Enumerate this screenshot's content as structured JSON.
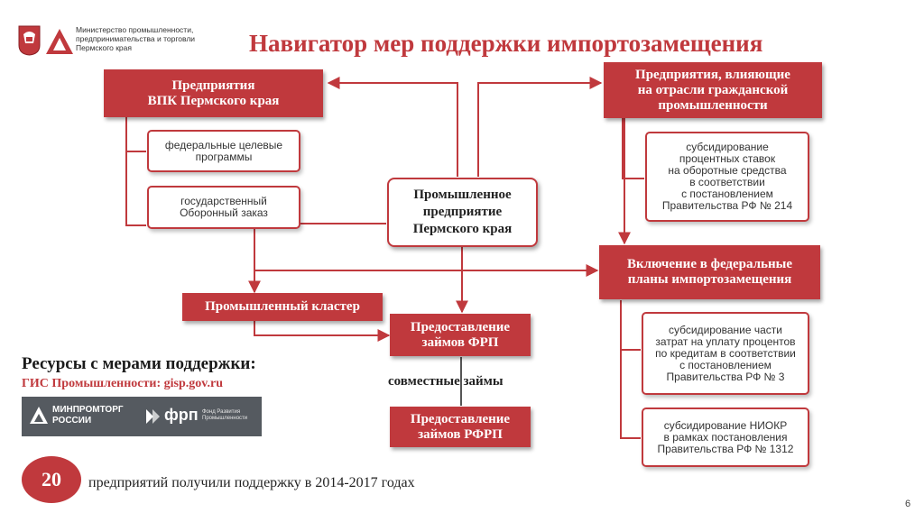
{
  "header": {
    "title": "Навигатор мер поддержки импортозамещения",
    "ministry_text": "Министерство промышленности,\nпредпринимательства и торговли\nПермского края"
  },
  "boxes": {
    "vpk": "Предприятия\nВПК Пермского края",
    "civil": "Предприятия, влияющие\nна отрасли гражданской\nпромышленности",
    "center": "Промышленное\nпредприятие\nПермского края",
    "federal_plans": "Включение в федеральные\nпланы импортозамещения",
    "cluster": "Промышленный кластер",
    "frp": "Предоставление\nзаймов ФРП",
    "rfrp": "Предоставление\nзаймов РФРП",
    "fed_programs": "федеральные целевые\nпрограммы",
    "gos_order": "государственный\nОборонный заказ",
    "subsidy_214": "субсидирование\nпроцентных ставок\nна оборотные средства\nв соответствии\nс постановлением\nПравительства РФ № 214",
    "subsidy_3": "субсидирование части\nзатрат на уплату процентов\nпо кредитам в соответствии\nс постановлением\nПравительства РФ № 3",
    "subsidy_1312": "субсидирование НИОКР\nв рамках постановления\nПравительства РФ № 1312"
  },
  "joint_loans": "совместные займы",
  "resources": {
    "title": "Ресурсы  с мерами поддержки:",
    "gis": "ГИС Промышленности: gisp.gov.ru",
    "minprom_logo": "МИНПРОМТОРГ\nРОССИИ",
    "frp_logo": "фрп",
    "frp_logo_sub": "Фонд Развития\nПромышленности"
  },
  "stat": {
    "count": "20",
    "text": "предприятий получили поддержку в 2014-2017 годах"
  },
  "page_number": "6",
  "colors": {
    "accent": "#c0393d",
    "text": "#222222",
    "logo_strip": "#555a60"
  },
  "icons": {
    "region_emblem": "perm-krai-emblem-icon",
    "ministry_logo": "ministry-triangle-logo-icon",
    "minprom_logo": "minpromtorg-logo-icon",
    "frp_logo": "frp-logo-icon"
  }
}
